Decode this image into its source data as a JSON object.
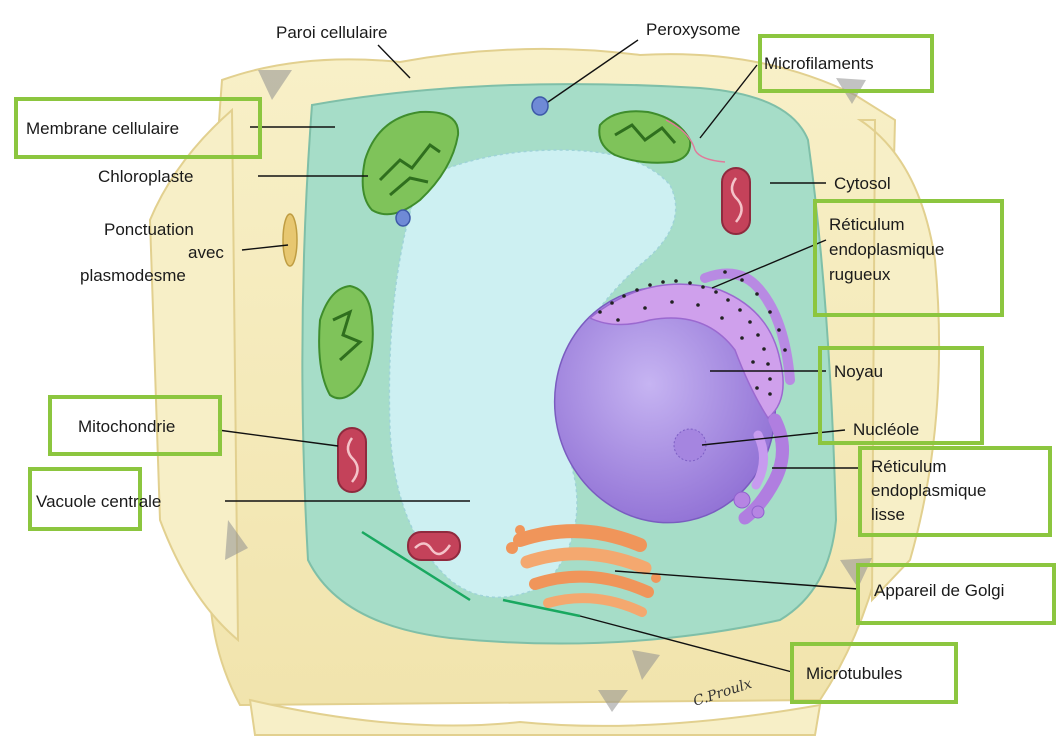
{
  "diagram": {
    "labels": {
      "paroi": "Paroi cellulaire",
      "peroxysome": "Peroxysome",
      "microfilaments": "Microfilaments",
      "membrane": "Membrane cellulaire",
      "chloroplaste": "Chloroplaste",
      "cytosol": "Cytosol",
      "ponctuation_1": "Ponctuation",
      "ponctuation_2": "avec",
      "ponctuation_3": "plasmodesme",
      "rer_1": "Réticulum",
      "rer_2": "endoplasmique",
      "rer_3": "rugueux",
      "noyau": "Noyau",
      "mitochondrie": "Mitochondrie",
      "nucleole": "Nucléole",
      "ser_1": "Réticulum",
      "ser_2": "endoplasmique",
      "ser_3": "lisse",
      "vacuole": "Vacuole centrale",
      "golgi": "Appareil de Golgi",
      "microtubules": "Microtubules",
      "signature": "C.Proulx"
    },
    "colors": {
      "wall": "#f6edbe",
      "wall_edge": "#e7d79a",
      "cytoplasm": "#a6ddc8",
      "vacuole": "#cdf0f2",
      "nucleus": "#a98ee2",
      "er": "#c99ae8",
      "chloroplast": "#7fc35a",
      "mitochondria": "#c4425a",
      "golgi": "#f0955a",
      "peroxisome": "#6f8ad6",
      "highlight_box": "#8cc63f",
      "microtubule": "#19a860"
    }
  }
}
